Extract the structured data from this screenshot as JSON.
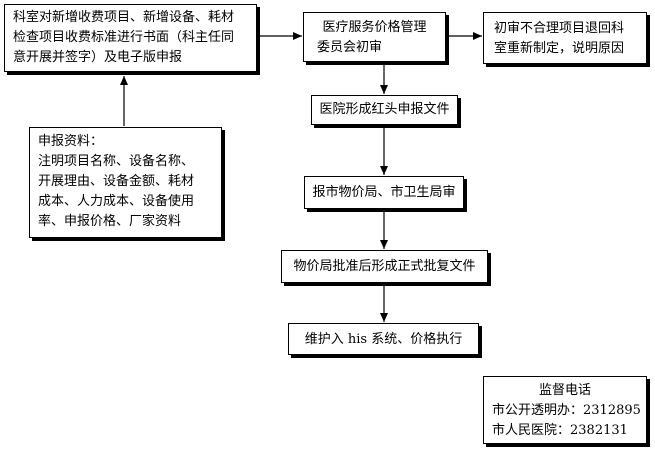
{
  "nodes": {
    "dept_application": {
      "lines": [
        "科室对新增收费项目、新增设备、耗材",
        "检查项目收费标准进行书面（科主任同",
        "意开展并签字）及电子版申报"
      ]
    },
    "committee_review": {
      "lines": [
        "医疗服务价格管理",
        "委员会初审"
      ]
    },
    "return_unreasonable": {
      "lines": [
        "初审不合理项目退回科",
        "室重新制定，说明原因"
      ]
    },
    "hospital_red_header": {
      "text": "医院形成红头申报文件"
    },
    "report_bureaus": {
      "text": "报市物价局、市卫生局审"
    },
    "formal_approval": {
      "text": "物价局批准后形成正式批复文件"
    },
    "his_maintenance": {
      "text": "维护入 his 系统、价格执行"
    },
    "materials": {
      "title": "申报资料：",
      "lines": [
        "注明项目名称、设备名称、",
        "开展理由、设备金额、耗材",
        "成本、人力成本、设备使用",
        "率、申报价格、厂家资料"
      ]
    },
    "hotline": {
      "title": "监督电话",
      "lines": [
        "市公开透明办：2312895",
        "市人民医院：2382131"
      ]
    }
  }
}
